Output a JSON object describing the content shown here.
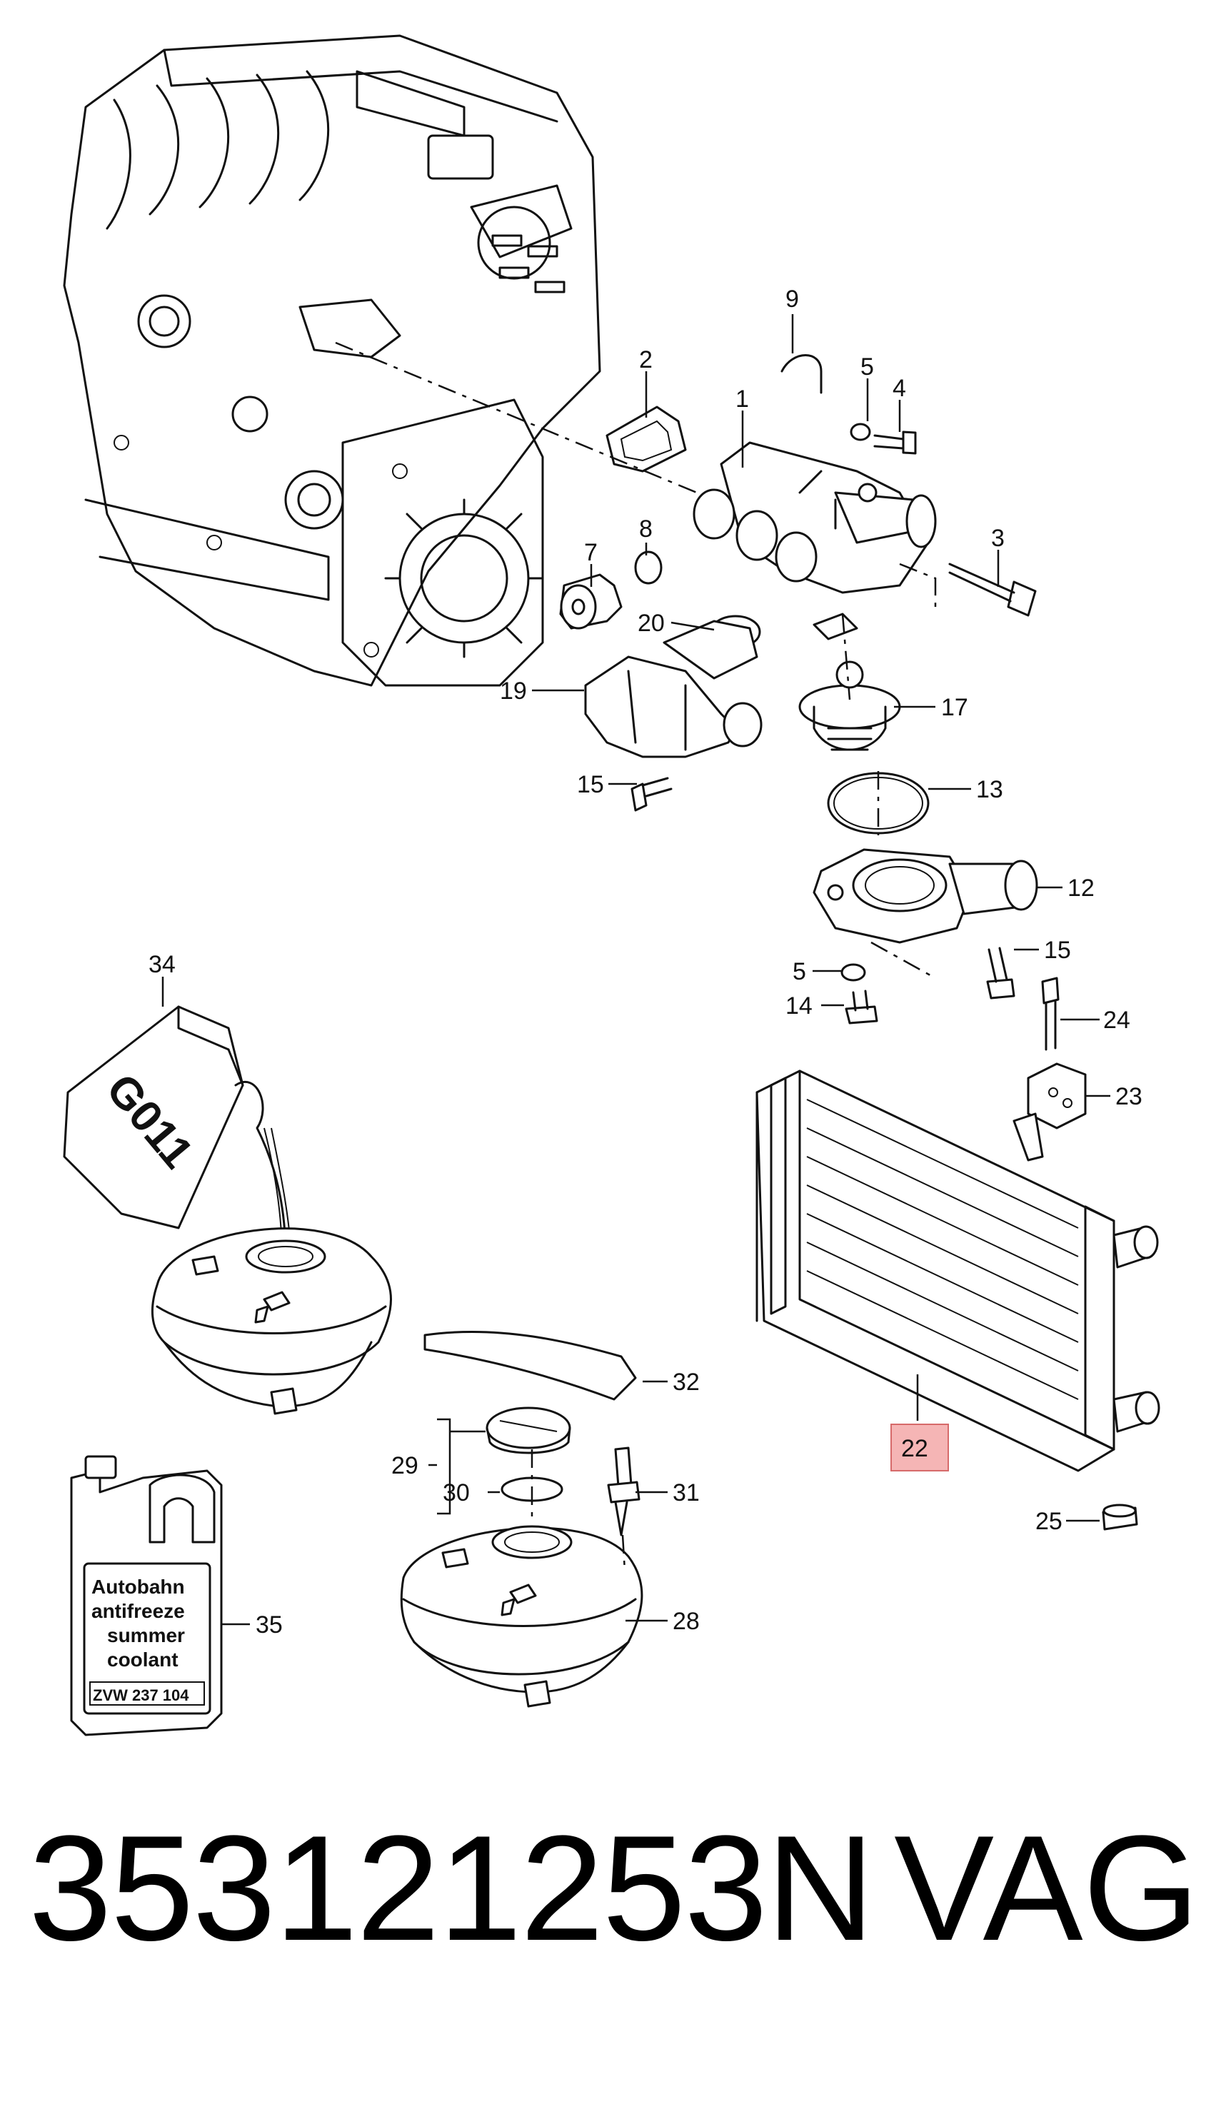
{
  "callouts": {
    "c1": "1",
    "c2": "2",
    "c3": "3",
    "c4": "4",
    "c5a": "5",
    "c5b": "5",
    "c7": "7",
    "c8": "8",
    "c9": "9",
    "c12": "12",
    "c13": "13",
    "c14": "14",
    "c15a": "15",
    "c15b": "15",
    "c17": "17",
    "c19": "19",
    "c20": "20",
    "c22": "22",
    "c23": "23",
    "c24": "24",
    "c25": "25",
    "c28": "28",
    "c29": "29",
    "c30": "30",
    "c31": "31",
    "c32": "32",
    "c34": "34",
    "c35": "35"
  },
  "highlight": {
    "color": "#f5b5b5",
    "border": "#d66a6a"
  },
  "jug_text": "G011",
  "coolant_label": {
    "line1": "Autobahn",
    "line2": "antifreeze",
    "line3": "summer",
    "line4": "coolant",
    "code": "ZVW 237 104"
  },
  "footer": {
    "part_number": "353121253N",
    "brand": "VAG"
  }
}
